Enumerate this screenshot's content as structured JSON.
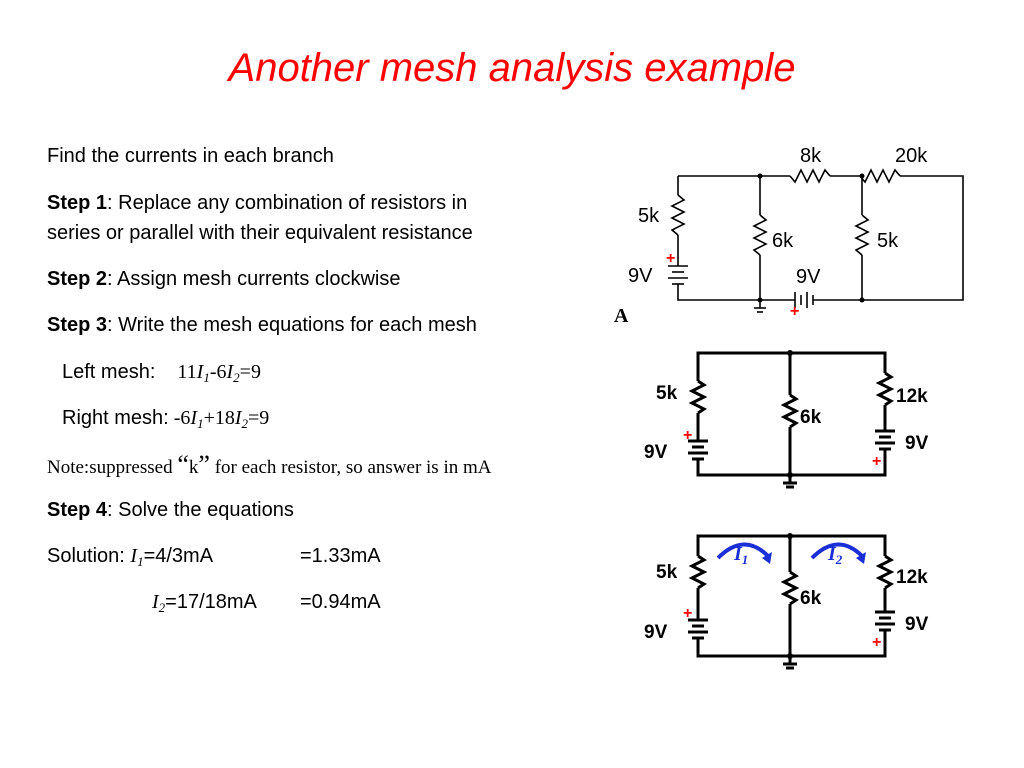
{
  "title": "Another mesh analysis example",
  "intro": "Find the currents in each branch",
  "step1": {
    "label": "Step 1",
    "text": ": Replace any combination of resistors in",
    "text2": "series or parallel with their equivalent resistance"
  },
  "step2": {
    "label": "Step 2",
    "text": ": Assign mesh currents clockwise"
  },
  "step3": {
    "label": "Step 3",
    "text": ": Write the mesh equations for each mesh"
  },
  "left_mesh": {
    "label": "Left mesh:",
    "c1": "11",
    "v1": "I",
    "s1": "1",
    "op": "-6",
    "v2": "I",
    "s2": "2",
    "rhs": "=9"
  },
  "right_mesh": {
    "label": "Right mesh:",
    "c1": "-6",
    "v1": "I",
    "s1": "1",
    "op": "+18",
    "v2": "I",
    "s2": "2",
    "rhs": "=9"
  },
  "note": {
    "a": "Note:suppressed ",
    "q1": "“",
    "k": "k",
    "q2": "”",
    "b": " for each resistor, so answer is in mA"
  },
  "step4": {
    "label": "Step 4",
    "text": ": Solve the equations"
  },
  "solution": {
    "label": "Solution: ",
    "i1_var": "I",
    "i1_sub": "1",
    "i1_val": "=4/3mA",
    "i1_dec": "=1.33mA",
    "i2_var": "I",
    "i2_sub": "2",
    "i2_val": "=17/18mA",
    "i2_dec": "=0.94mA"
  },
  "circuit_a": {
    "r1": "5k",
    "r2": "6k",
    "r3": "8k",
    "r4": "20k",
    "r5": "5k",
    "v1": "9V",
    "v2": "9V",
    "plus1": "+",
    "plus2": "+",
    "tag": "A"
  },
  "circuit_b": {
    "r1": "5k",
    "r2": "6k",
    "r3": "12k",
    "v1": "9V",
    "v2": "9V",
    "plus1": "+",
    "plus2": "+"
  },
  "circuit_c": {
    "r1": "5k",
    "r2": "6k",
    "r3": "12k",
    "v1": "9V",
    "v2": "9V",
    "plus1": "+",
    "plus2": "+",
    "i1_var": "I",
    "i1_sub": "1",
    "i2_var": "I",
    "i2_sub": "2"
  },
  "colors": {
    "title": "#ff0000",
    "plus": "#ff0000",
    "mesh_current": "#1a2fd6"
  }
}
